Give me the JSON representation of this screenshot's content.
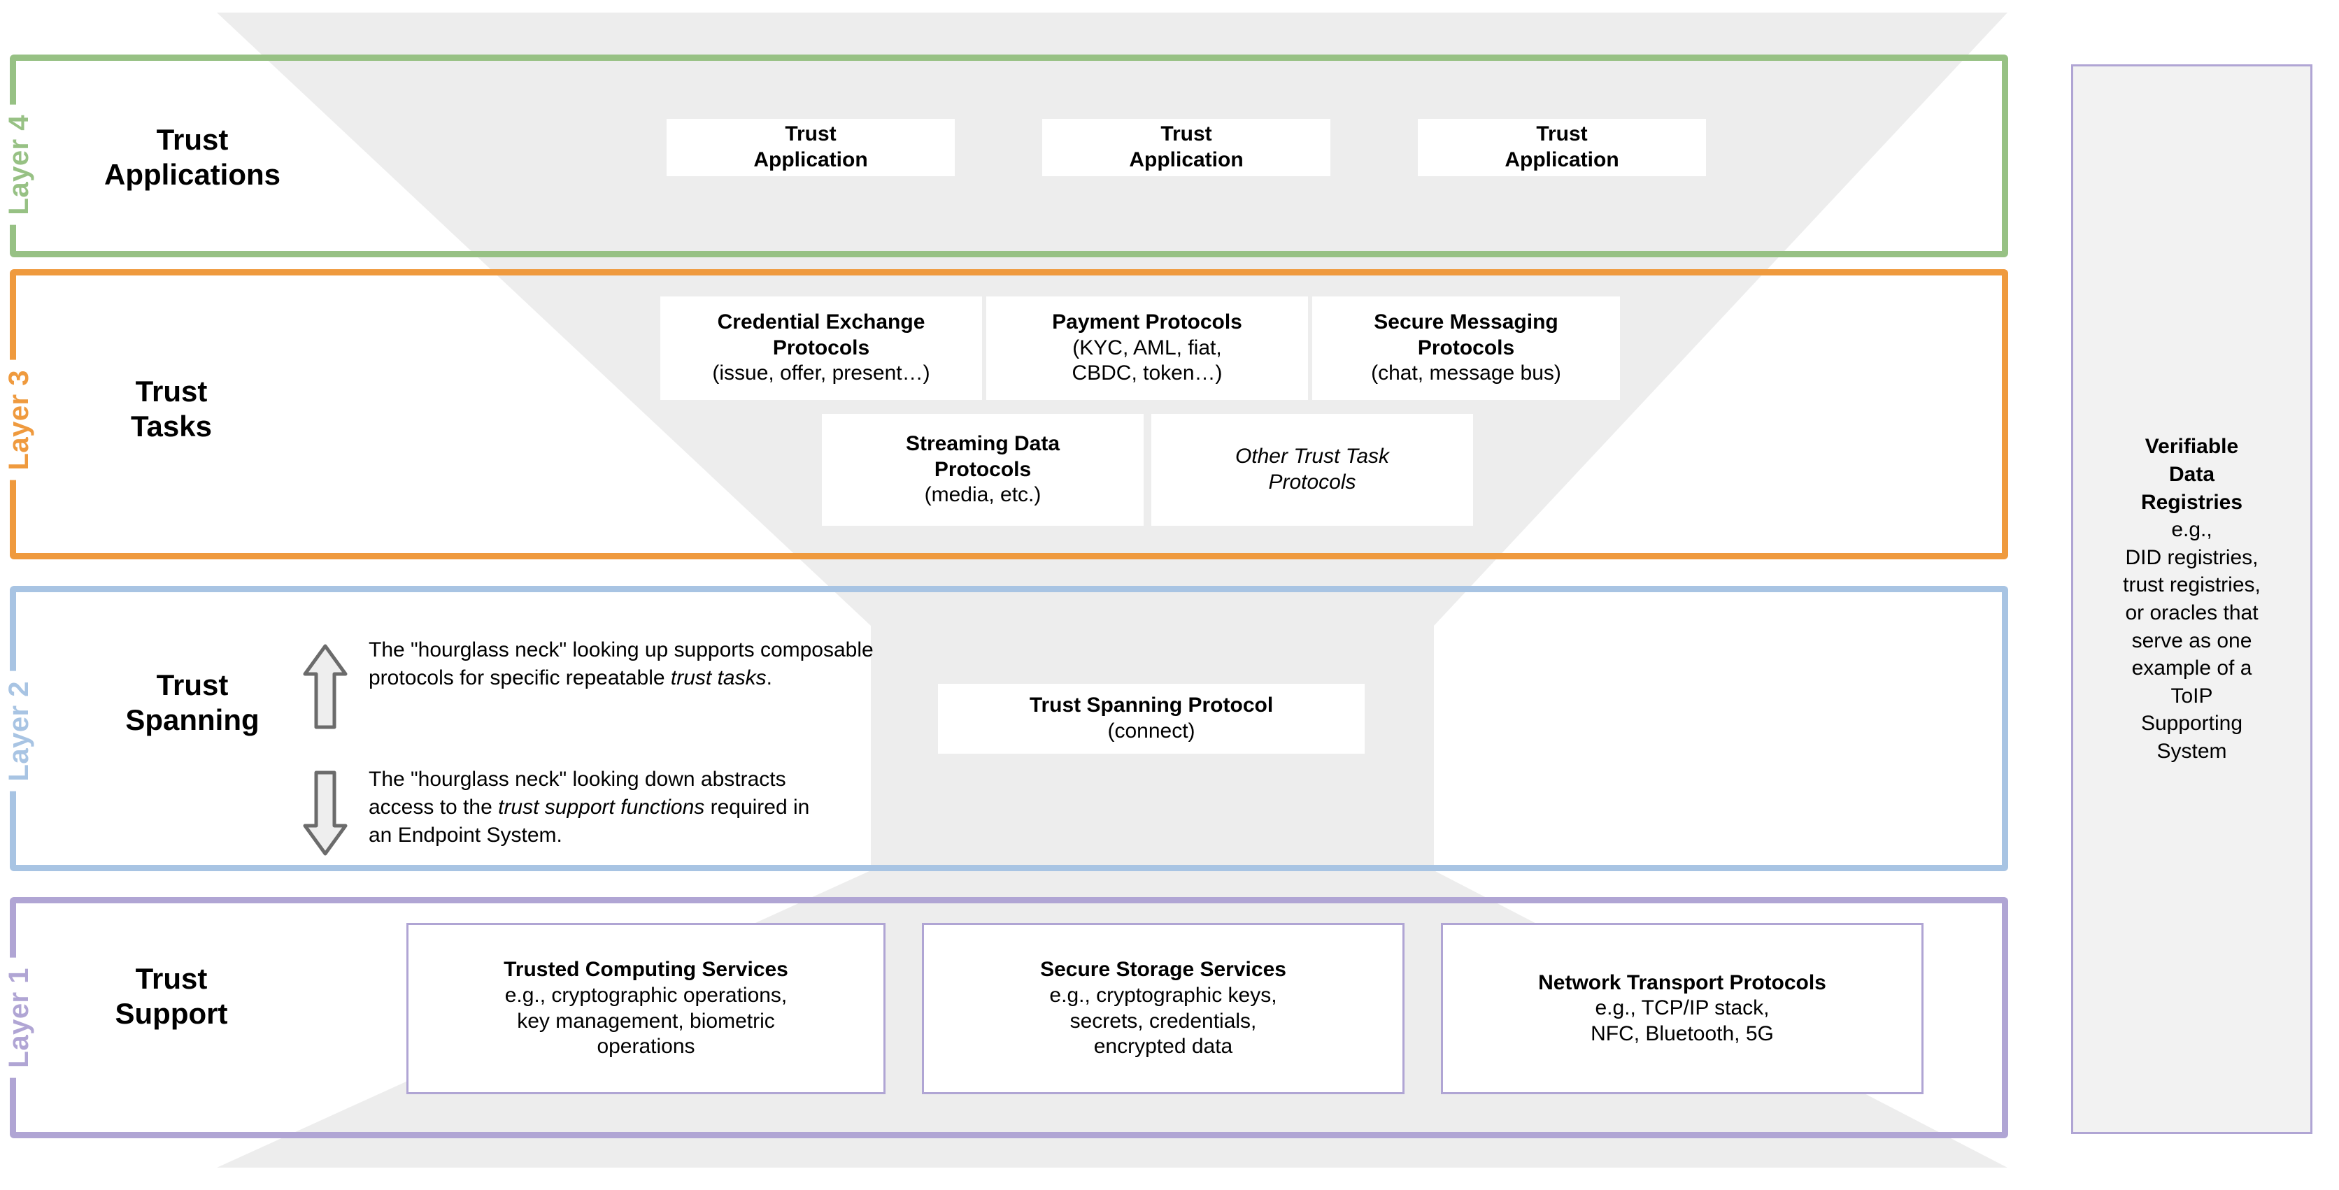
{
  "diagram": {
    "title": "ToIP Four-Layer Trust Stack (hourglass model)",
    "colors": {
      "layer4": "#97c184",
      "layer3": "#ef9a3e",
      "layer2": "#a8c4e3",
      "layer1": "#b0a5d4",
      "hourglass_fill": "#ededed",
      "panel_fill": "#f2f2f2",
      "card_fill": "#ffffff"
    }
  },
  "layers": [
    {
      "tag": "Layer 4",
      "title_line1": "Trust",
      "title_line2": "Applications",
      "color": "#97c184",
      "cards": [
        {
          "head_line1": "Trust",
          "head_line2": "Application"
        },
        {
          "head_line1": "Trust",
          "head_line2": "Application"
        },
        {
          "head_line1": "Trust",
          "head_line2": "Application"
        }
      ]
    },
    {
      "tag": "Layer 3",
      "title_line1": "Trust",
      "title_line2": "Tasks",
      "color": "#ef9a3e",
      "cards": [
        {
          "head_line1": "Credential Exchange",
          "head_line2": "Protocols",
          "sub_line1": "(issue, offer, present…)"
        },
        {
          "head_line1": "Payment Protocols",
          "sub_line1": "(KYC, AML, fiat,",
          "sub_line2": "CBDC, token…)"
        },
        {
          "head_line1": "Secure Messaging",
          "head_line2": "Protocols",
          "sub_line1": "(chat, message bus)"
        },
        {
          "head_line1": "Streaming Data",
          "head_line2": "Protocols",
          "sub_line1": "(media, etc.)"
        },
        {
          "italic_line1": "Other Trust Task",
          "italic_line2": "Protocols"
        }
      ]
    },
    {
      "tag": "Layer 2",
      "title_line1": "Trust",
      "title_line2": "Spanning",
      "color": "#a8c4e3",
      "cards": [
        {
          "head_line1": "Trust Spanning Protocol",
          "sub_line1": "(connect)"
        }
      ],
      "notes": {
        "up": {
          "icon": "arrow-up-icon",
          "seg1": "The \"hourglass neck\" looking up supports composable protocols for specific repeatable ",
          "seg2_italic": "trust tasks",
          "seg3": "."
        },
        "down": {
          "icon": "arrow-down-icon",
          "seg1": "The \"hourglass neck\" looking down abstracts access to the ",
          "seg2_italic": "trust support functions",
          "seg3": " required in an Endpoint System."
        }
      }
    },
    {
      "tag": "Layer 1",
      "title_line1": "Trust",
      "title_line2": "Support",
      "color": "#b0a5d4",
      "cards": [
        {
          "head_line1": "Trusted Computing Services",
          "sub_line1": "e.g., cryptographic operations,",
          "sub_line2": "key management, biometric",
          "sub_line3": "operations"
        },
        {
          "head_line1": "Secure Storage Services",
          "sub_line1": "e.g., cryptographic keys,",
          "sub_line2": "secrets, credentials,",
          "sub_line3": "encrypted data"
        },
        {
          "head_line1": "Network Transport Protocols",
          "sub_line1": "e.g., TCP/IP stack,",
          "sub_line2": "NFC, Bluetooth, 5G"
        }
      ]
    }
  ],
  "side_panel": {
    "head_line1": "Verifiable",
    "head_line2": "Data",
    "head_line3": "Registries",
    "body_line1": "e.g.,",
    "body_line2": "DID registries,",
    "body_line3": "trust registries,",
    "body_line4": "or oracles that",
    "body_line5": "serve as one",
    "body_line6": "example of a",
    "body_line7": "ToIP",
    "body_line8": "Supporting",
    "body_line9": "System"
  }
}
